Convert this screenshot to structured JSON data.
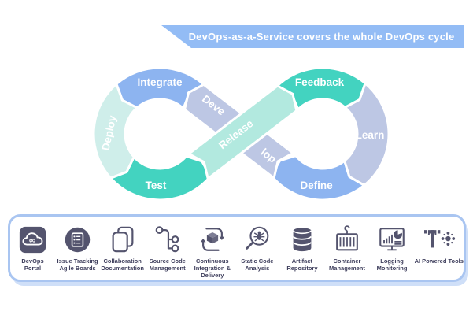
{
  "banner": {
    "text": "DevOps-as-a-Service covers the whole DevOps cycle",
    "bg": "#93bcf5",
    "text_color": "#ffffff"
  },
  "loop": {
    "segments": [
      {
        "name": "integrate",
        "label": "Integrate",
        "color": "#8db4f0"
      },
      {
        "name": "develop",
        "label": "Develop",
        "label_parts": [
          "Deve",
          "lop"
        ],
        "color": "#bdc7e4"
      },
      {
        "name": "define",
        "label": "Define",
        "color": "#8db4f0"
      },
      {
        "name": "learn",
        "label": "Learn",
        "color": "#bdc7e4"
      },
      {
        "name": "feedback",
        "label": "Feedback",
        "color": "#43d3c0"
      },
      {
        "name": "release",
        "label": "Release",
        "color": "#b2e9df"
      },
      {
        "name": "test",
        "label": "Test",
        "color": "#43d3c0"
      },
      {
        "name": "deploy",
        "label": "Deploy",
        "color": "#cfeeea"
      }
    ]
  },
  "toolbar": {
    "border_color": "#a9c5f1",
    "icon_color": "#54546e",
    "label_color": "#3e3e5c",
    "items": [
      {
        "icon": "devops-portal-icon",
        "label_lines": [
          "DevOps",
          "Portal"
        ]
      },
      {
        "icon": "issue-tracking-agile-boards-icon",
        "label_lines": [
          "Issue Tracking",
          "Agile Boards"
        ]
      },
      {
        "icon": "collaboration-documentation-icon",
        "label_lines": [
          "Collaboration",
          "Documentation"
        ]
      },
      {
        "icon": "source-code-management-icon",
        "label_lines": [
          "Source Code",
          "Management"
        ]
      },
      {
        "icon": "continuous-integration-delivery-icon",
        "label_lines": [
          "Continuous",
          "Integration &",
          "Delivery"
        ]
      },
      {
        "icon": "static-code-analysis-icon",
        "label_lines": [
          "Static Code",
          "Analysis"
        ]
      },
      {
        "icon": "artifact-repository-icon",
        "label_lines": [
          "Artifact",
          "Repository"
        ]
      },
      {
        "icon": "container-management-icon",
        "label_lines": [
          "Container",
          "Management"
        ]
      },
      {
        "icon": "logging-monitoring-icon",
        "label_lines": [
          "Logging",
          "Monitoring"
        ]
      },
      {
        "icon": "ai-powered-tools-icon",
        "label_lines": [
          "AI Powered Tools"
        ]
      }
    ]
  }
}
